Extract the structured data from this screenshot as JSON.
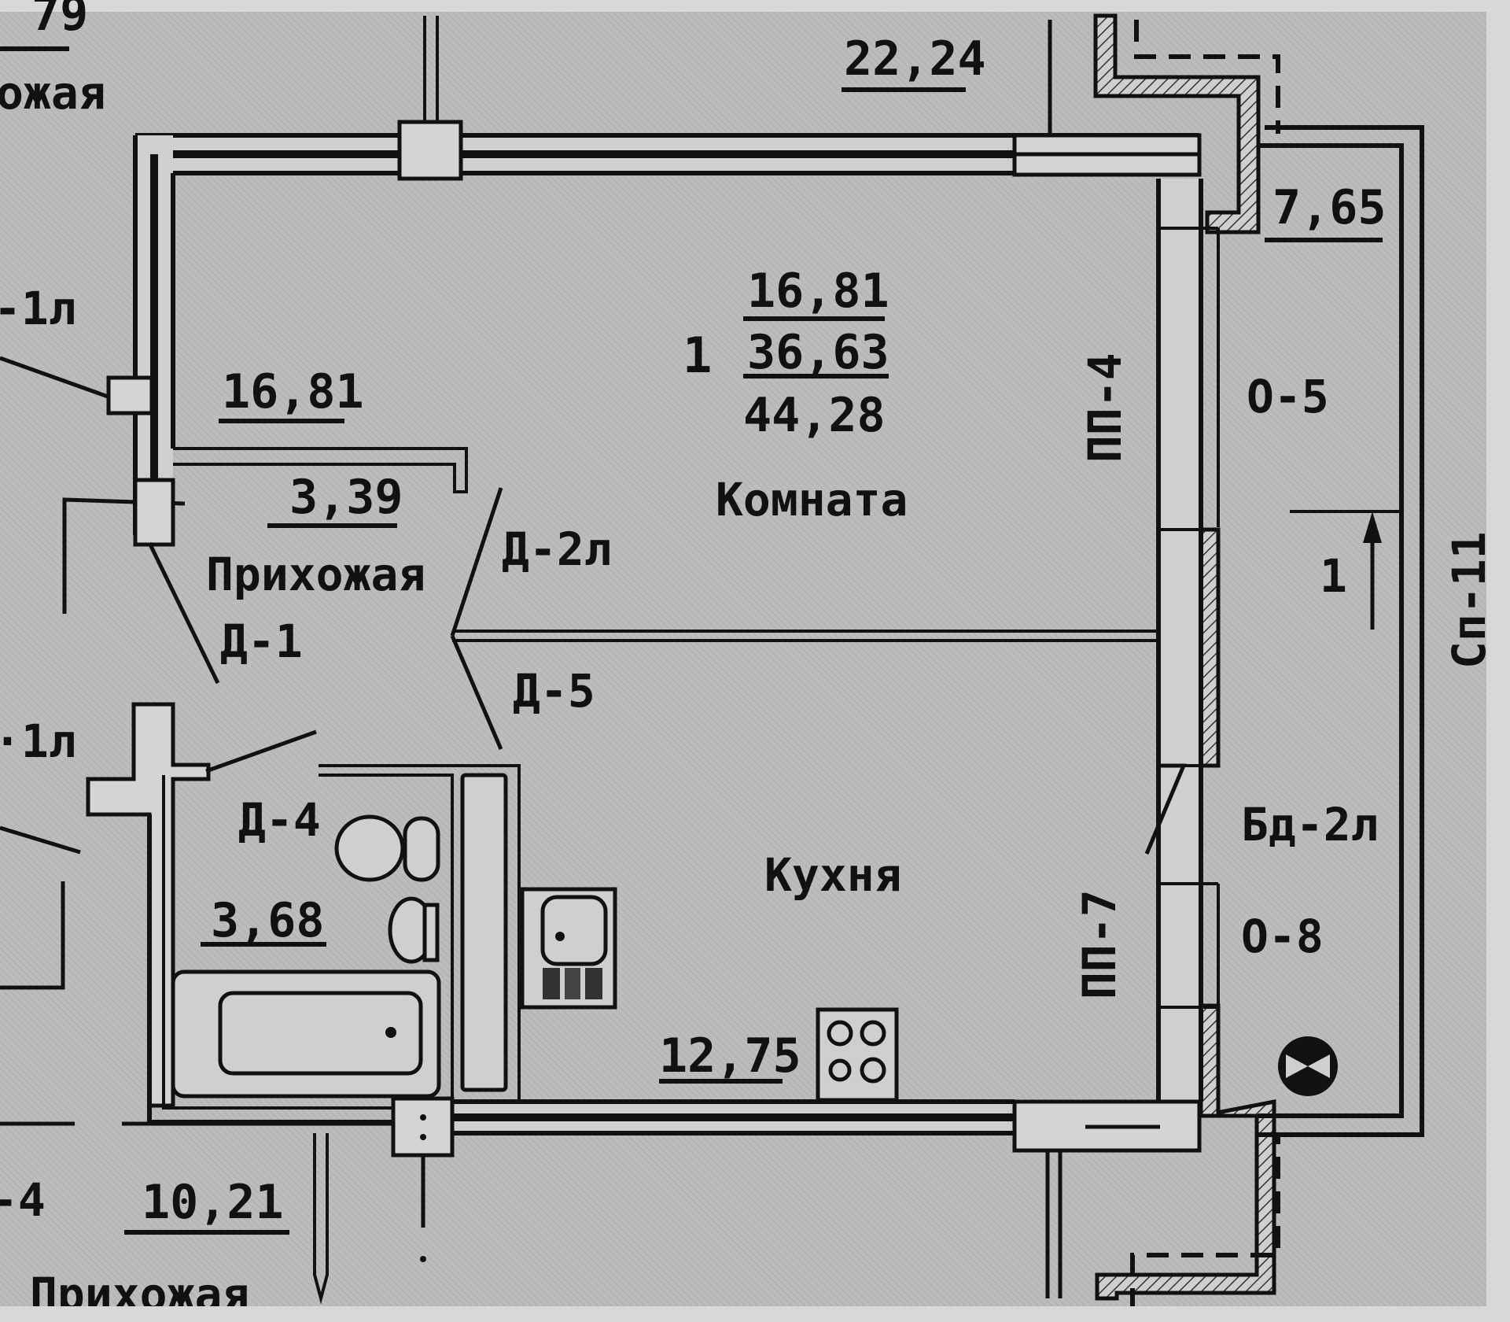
{
  "plan": {
    "apartment_number": "1",
    "areas": {
      "living": "16,81",
      "total_without_balcony": "36,63",
      "total": "44,28"
    },
    "rooms": [
      {
        "id": "room",
        "name": "Комната",
        "area": "16,81"
      },
      {
        "id": "hall",
        "name": "Прихожая",
        "area": "3,39"
      },
      {
        "id": "bathroom",
        "name": "",
        "area": "3,68"
      },
      {
        "id": "kitchen",
        "name": "Кухня",
        "area": "12,75"
      },
      {
        "id": "balcony",
        "name": "",
        "area": "7,65"
      }
    ],
    "doors": [
      "Д-2л",
      "Д-1",
      "Д-5",
      "Д-4",
      "Бд-2л"
    ],
    "windows": [
      "О-5",
      "О-8"
    ],
    "sills": [
      "ПП-4",
      "ПП-7"
    ],
    "balcony_marker": "Сп-11",
    "section_marker": "1",
    "neighbors": {
      "top_left_area": "79",
      "top_left_name": "ожая",
      "top_area": "22,24",
      "left_door_upper": "-1л",
      "left_door_lower": "·1л",
      "bottom_left_door": "-4",
      "bottom_area": "10,21",
      "bottom_name": "Прихожая"
    }
  }
}
